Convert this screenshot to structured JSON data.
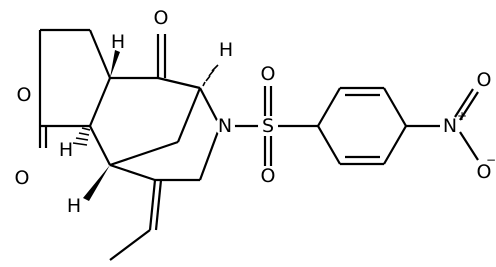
{
  "molecule": {
    "atoms": {
      "O_ketone": "O",
      "O_ring": "O",
      "O_lactone": "O",
      "N_ring": "N",
      "S": "S",
      "O_S_top": "O",
      "O_S_bottom": "O",
      "N_nitro": "N",
      "O_nitro_top": "O",
      "O_nitro_bottom": "O",
      "H_top_left": "H",
      "H_top_right": "H",
      "H_bottom_left": "H",
      "H_ring_fusion": "H",
      "nitro_plus": "+",
      "nitro_minus": "−"
    }
  }
}
